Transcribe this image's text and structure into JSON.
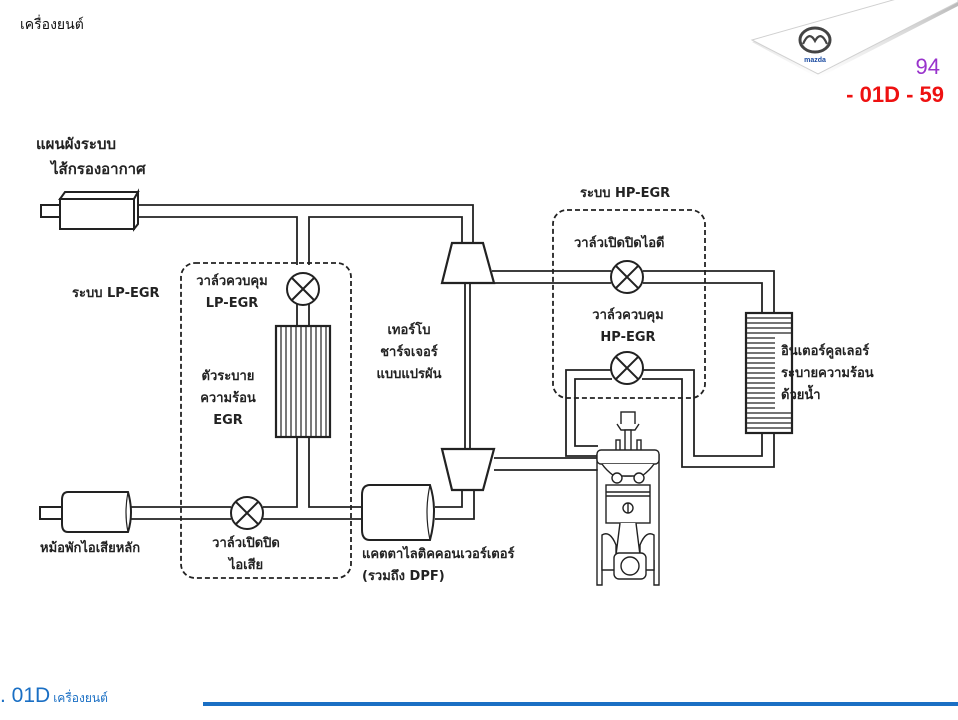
{
  "header": {
    "title": "เครื่องยนต์",
    "page_number": "94",
    "section_code": "- 01D - 59",
    "brand_logo": "mazda-logo",
    "brand_text": "mazda"
  },
  "diagram": {
    "title": "แผนผังระบบ",
    "components": {
      "air_filter": "ไส้กรองอากาศ",
      "lp_egr_system": "ระบบ LP-EGR",
      "lp_egr_valve_line1": "วาล์วควบคุม",
      "lp_egr_valve_line2": "LP-EGR",
      "egr_cooler_line1": "ตัวระบาย",
      "egr_cooler_line2": "ความร้อน",
      "egr_cooler_line3": "EGR",
      "turbo_line1": "เทอร์โบ",
      "turbo_line2": "ชาร์จเจอร์",
      "turbo_line3": "แบบแปรผัน",
      "hp_egr_system": "ระบบ HP-EGR",
      "intake_shutter_valve": "วาล์วเปิดปิดไอดี",
      "hp_egr_valve_line1": "วาล์วควบคุม",
      "hp_egr_valve_line2": "HP-EGR",
      "intercooler_line1": "อินเตอร์คูลเลอร์",
      "intercooler_line2": "ระบายความร้อน",
      "intercooler_line3": "ด้วยน้ำ",
      "main_muffler": "หม้อพักไอเสียหลัก",
      "exhaust_shutter_line1": "วาล์วเปิดปิด",
      "exhaust_shutter_line2": "ไอเสีย",
      "catalytic_line1": "แคตตาไลติคคอนเวอร์เตอร์",
      "catalytic_line2": "(รวมถึง DPF)"
    }
  },
  "footer": {
    "code": ". 01D",
    "subtitle": "เครื่องยนต์"
  },
  "colors": {
    "page_number": "#9933cc",
    "section_code": "#ee1111",
    "footer_accent": "#1a6fc4",
    "line": "#222222"
  }
}
